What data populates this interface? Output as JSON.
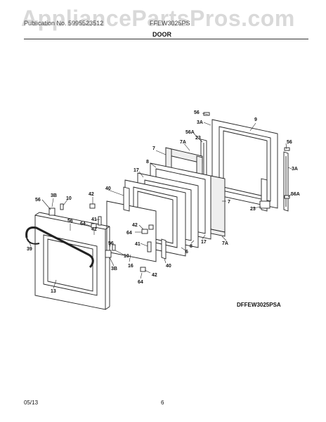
{
  "watermark": "AppliancePartsPros.com",
  "header": {
    "left_text": "Publication No. 5995523512",
    "middle_text": "FFEW3025PS",
    "section_title": "DOOR"
  },
  "diagram": {
    "model_code": "DFFEW3025PSA",
    "callouts": {
      "c56_top": "56",
      "c3a_top": "3A",
      "c9": "9",
      "c56a_top": "56A",
      "c23_top": "23",
      "c7a_top": "7A",
      "c7_top": "7",
      "c8_top": "8",
      "c17_top": "17",
      "c56_right": "56",
      "c3a_right": "3A",
      "c56a_right": "56A",
      "c23_right": "23",
      "c7_right": "7",
      "c7a_bottom": "7A",
      "c17_bottom": "17",
      "c8_bottom": "8",
      "c6": "6",
      "c40_top": "40",
      "c40_bottom": "40",
      "c3b_left": "3B",
      "c10_left": "10",
      "c56_left": "56",
      "c56_mid": "56",
      "c42_top": "42",
      "c41_top": "41",
      "c64_left": "64",
      "c42_left": "42",
      "c39": "39",
      "c13": "13",
      "c56_lower": "56",
      "c10_lower": "10",
      "c3b_lower": "3B",
      "c16": "16",
      "c42_right": "42",
      "c64_right": "64",
      "c41_right": "41",
      "c42_bottom": "42",
      "c64_bottom": "64"
    }
  },
  "footer": {
    "date": "05/13",
    "page": "6"
  }
}
